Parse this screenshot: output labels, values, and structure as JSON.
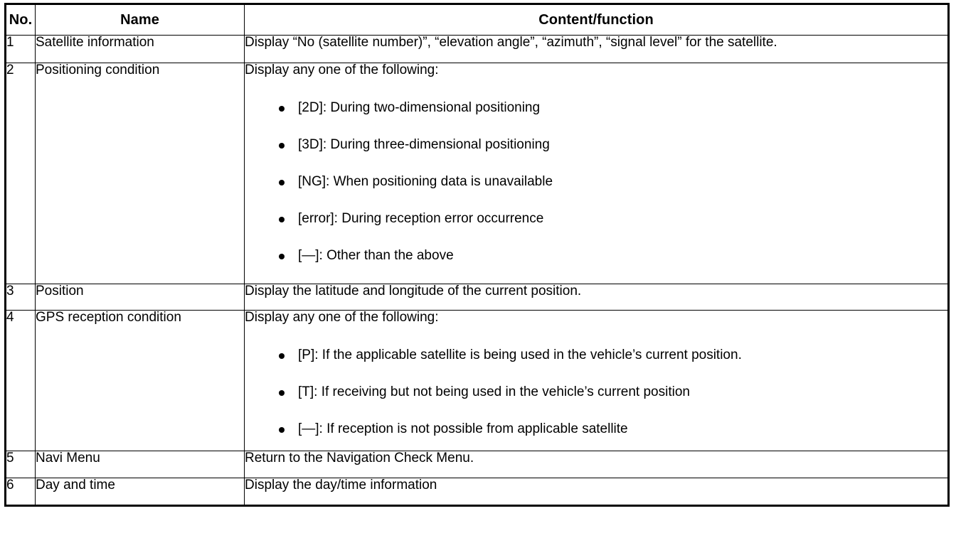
{
  "table": {
    "headers": {
      "no": "No.",
      "name": "Name",
      "function": "Content/function"
    },
    "rows": [
      {
        "no": "1",
        "name": "Satellite information",
        "lead": "Display “No (satellite number)”, “elevation angle”, “azimuth”, “signal level” for the satellite.",
        "bullets": []
      },
      {
        "no": "2",
        "name": "Positioning condition",
        "lead": "Display any one of the following:",
        "bullets": [
          "[2D]: During two-dimensional positioning",
          "[3D]: During three-dimensional positioning",
          "[NG]: When positioning data is unavailable",
          "[error]: During reception error occurrence",
          "[—]: Other than the above"
        ]
      },
      {
        "no": "3",
        "name": "Position",
        "lead": "Display the latitude and longitude of the current position.",
        "bullets": []
      },
      {
        "no": "4",
        "name": "GPS reception condition",
        "lead": "Display any one of the following:",
        "bullets": [
          "[P]: If the applicable satellite is being used in the vehicle’s current position.",
          "[T]: If receiving but not being used in the vehicle’s current position",
          "[—]: If reception is not possible from applicable satellite"
        ]
      },
      {
        "no": "5",
        "name": "Navi Menu",
        "lead": "Return to the Navigation Check Menu.",
        "bullets": []
      },
      {
        "no": "6",
        "name": "Day and time",
        "lead": "Display the day/time information",
        "bullets": []
      }
    ]
  },
  "colors": {
    "border": "#000000",
    "text": "#000000",
    "background": "#ffffff"
  }
}
